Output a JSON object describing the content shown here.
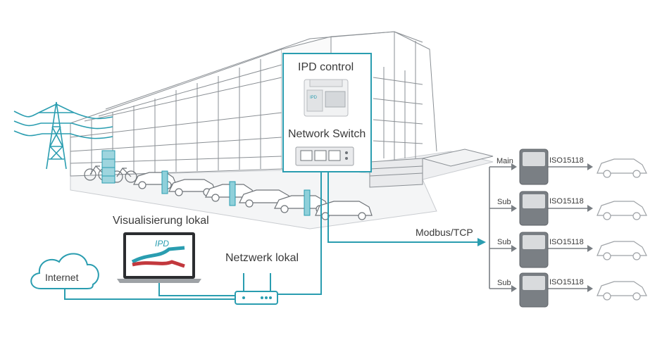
{
  "colors": {
    "accent": "#2a9db0",
    "line_gray": "#8a8f94",
    "dark_gray": "#5f6368",
    "text": "#3a3a3a"
  },
  "labels": {
    "ipd_control": "IPD control",
    "network_switch": "Network Switch",
    "visualisierung": "Visualisierung lokal",
    "netzwerk": "Netzwerk lokal",
    "internet": "Internet",
    "modbus": "Modbus/TCP"
  },
  "chargers": [
    {
      "role": "Main",
      "protocol": "ISO15118"
    },
    {
      "role": "Sub",
      "protocol": "ISO15118"
    },
    {
      "role": "Sub",
      "protocol": "ISO15118"
    },
    {
      "role": "Sub",
      "protocol": "ISO15118"
    }
  ],
  "icons": {
    "pylon": "power-pylon-icon",
    "cloud": "cloud-icon",
    "router": "router-icon",
    "laptop": "laptop-icon",
    "switch": "network-switch-icon",
    "ipd_device": "ipd-device-icon",
    "charger": "charger-icon",
    "car": "car-icon"
  }
}
